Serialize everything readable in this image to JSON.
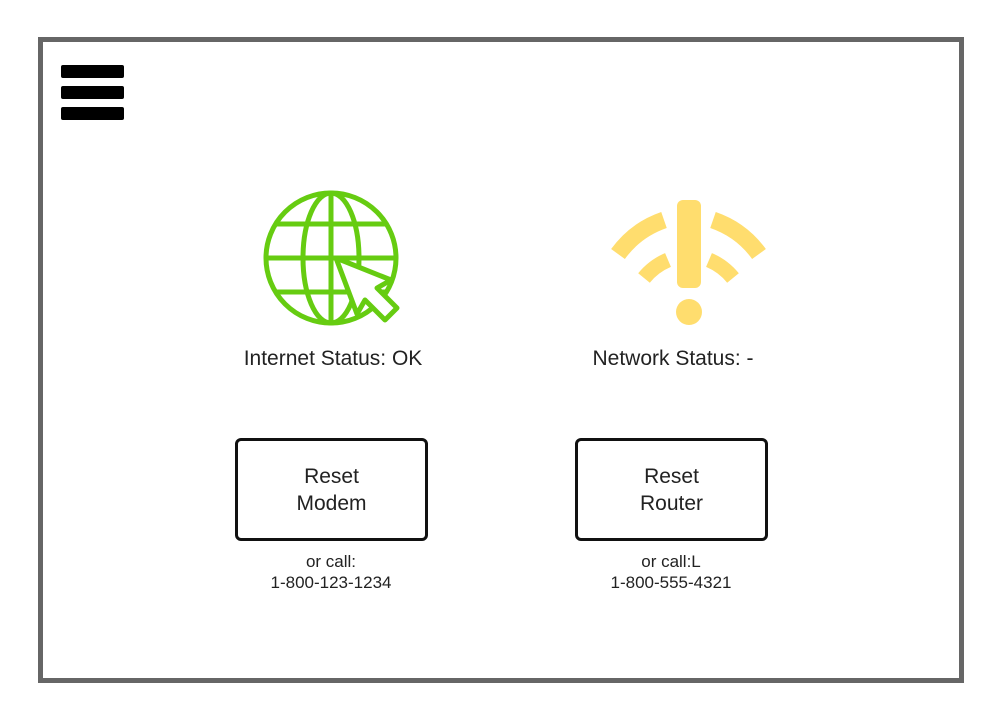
{
  "menu": {
    "icon": "hamburger-menu-icon"
  },
  "internet": {
    "icon": "globe-cursor-icon",
    "icon_color": "#66cc11",
    "status_label": "Internet Status: OK",
    "button_line1": "Reset",
    "button_line2": "Modem",
    "call_prefix": "or call:",
    "phone": "1-800-123-1234"
  },
  "network": {
    "icon": "wifi-warning-icon",
    "icon_color": "#ffdd6e",
    "status_label": "Network Status: -",
    "button_line1": "Reset",
    "button_line2": "Router",
    "call_prefix": "or call:L",
    "phone": "1-800-555-4321"
  }
}
